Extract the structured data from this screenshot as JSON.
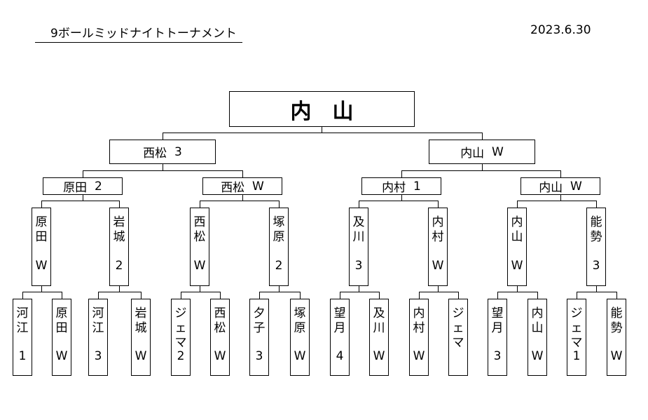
{
  "header": {
    "title": "9ボールミッドナイトトーナメント",
    "date": "2023.6.30"
  },
  "champion": "内　山",
  "round2": [
    {
      "name": "西松",
      "result": "3"
    },
    {
      "name": "内山",
      "result": "W"
    }
  ],
  "round3": [
    {
      "name": "原田",
      "result": "2"
    },
    {
      "name": "西松",
      "result": "W"
    },
    {
      "name": "内村",
      "result": "1"
    },
    {
      "name": "内山",
      "result": "W"
    }
  ],
  "round4": [
    {
      "name": "原田",
      "result": "W"
    },
    {
      "name": "岩城",
      "result": "2"
    },
    {
      "name": "西松",
      "result": "W"
    },
    {
      "name": "塚原",
      "result": "2"
    },
    {
      "name": "及川",
      "result": "3"
    },
    {
      "name": "内村",
      "result": "W"
    },
    {
      "name": "内山",
      "result": "W"
    },
    {
      "name": "能勢",
      "result": "3"
    }
  ],
  "round5": [
    {
      "name": "河江",
      "result": "1"
    },
    {
      "name": "原田",
      "result": "W"
    },
    {
      "name": "河江",
      "result": "3"
    },
    {
      "name": "岩城",
      "result": "W"
    },
    {
      "name": "ジェマ",
      "result": "2"
    },
    {
      "name": "西松",
      "result": "W"
    },
    {
      "name": "夕子",
      "result": "3"
    },
    {
      "name": "塚原",
      "result": "W"
    },
    {
      "name": "望月",
      "result": "4"
    },
    {
      "name": "及川",
      "result": "W"
    },
    {
      "name": "内村",
      "result": "W"
    },
    {
      "name": "ジェマ",
      "result": ""
    },
    {
      "name": "望月",
      "result": "3"
    },
    {
      "name": "内山",
      "result": "W"
    },
    {
      "name": "ジェマ",
      "result": "1"
    },
    {
      "name": "能勢",
      "result": "W"
    }
  ]
}
